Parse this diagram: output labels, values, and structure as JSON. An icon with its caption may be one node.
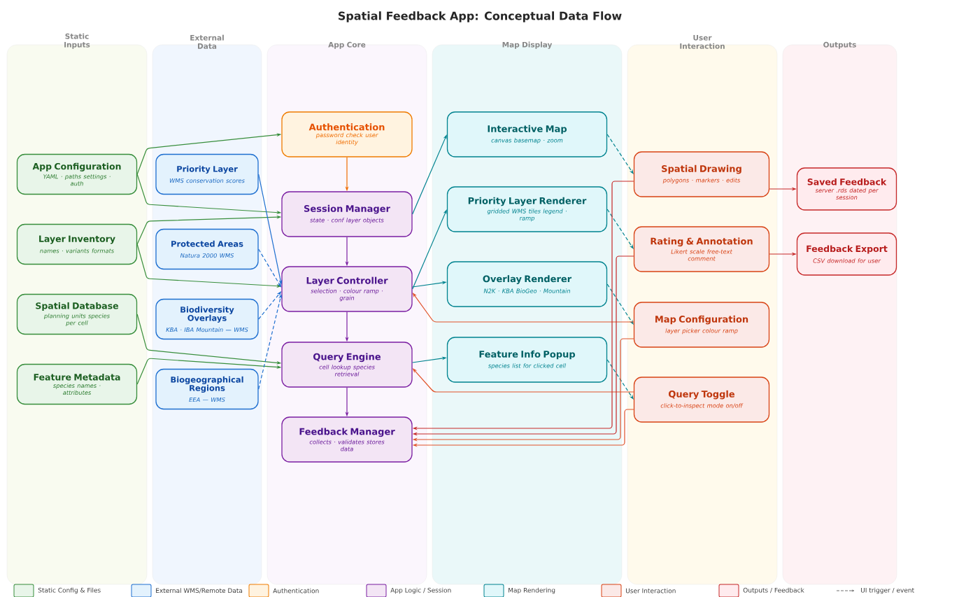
{
  "diagram": {
    "title": "Spatial Feedback App: Conceptual Data Flow",
    "nodes": [
      {
        "text": [
          "Static Inputs"
        ]
      },
      {
        "text": [
          "External Data"
        ]
      },
      {
        "text": [
          "App Core"
        ]
      },
      {
        "text": [
          "Map Display"
        ]
      },
      {
        "text": [
          "User Interaction"
        ]
      },
      {
        "text": [
          "Outputs"
        ]
      },
      {
        "text": [
          "App Configuration",
          "YAML · paths settings · auth"
        ],
        "in": 0
      },
      {
        "text": [
          "Layer Inventory",
          "names · variants formats"
        ],
        "in": 0
      },
      {
        "text": [
          "Spatial Database",
          "planning units species per cell"
        ],
        "in": 0
      },
      {
        "text": [
          "Feature Metadata",
          "species names · attributes"
        ],
        "in": 0
      },
      {
        "text": [
          "Priority Layer",
          "WMS conservation scores"
        ],
        "in": 1
      },
      {
        "text": [
          "Protected Areas",
          "Natura 2000 WMS"
        ],
        "in": 1
      },
      {
        "text": [
          "Biodiversity Overlays",
          "KBA · IBA Mountain — WMS"
        ],
        "in": 1
      },
      {
        "text": [
          "Biogeographical Regions",
          "EEA — WMS"
        ],
        "in": 1
      },
      {
        "text": [
          "Authentication",
          "password check user identity"
        ],
        "in": 2
      },
      {
        "text": [
          "Session Manager",
          "state · conf layer objects"
        ],
        "in": 2
      },
      {
        "text": [
          "Layer Controller",
          "selection · colour ramp · grain"
        ],
        "in": 2
      },
      {
        "text": [
          "Query Engine",
          "cell lookup species retrieval"
        ],
        "in": 2
      },
      {
        "text": [
          "Feedback Manager",
          "collects · validates stores data"
        ],
        "in": 2
      },
      {
        "text": [
          "Interactive Map",
          "canvas basemap · zoom"
        ],
        "in": 3
      },
      {
        "text": [
          "Priority Layer Renderer",
          "gridded WMS tiles legend · ramp"
        ],
        "in": 3
      },
      {
        "text": [
          "Overlay Renderer",
          "N2K · KBA BioGeo · Mountain"
        ],
        "in": 3
      },
      {
        "text": [
          "Feature Info Popup",
          "species list for clicked cell"
        ],
        "in": 3
      },
      {
        "text": [
          "Spatial Drawing",
          "polygons · markers · edits"
        ],
        "in": 4
      },
      {
        "text": [
          "Rating & Annotation",
          "Likert scale free-text comment"
        ],
        "in": 4
      },
      {
        "text": [
          "Map Configuration",
          "layer picker colour ramp"
        ],
        "in": 4
      },
      {
        "text": [
          "Query Toggle",
          "click-to-inspect mode on/off"
        ],
        "in": 4
      },
      {
        "text": [
          "Saved Feedback",
          "server .rds dated per session"
        ],
        "in": 5
      },
      {
        "text": [
          "Feedback Export",
          "CSV download for user"
        ],
        "in": 5
      }
    ],
    "edges": [
      {
        "from": 6,
        "to": 14,
        "arrow": "to",
        "color": "#388e3c"
      },
      {
        "from": 6,
        "to": 15,
        "arrow": "to",
        "color": "#388e3c"
      },
      {
        "from": 7,
        "to": 15,
        "arrow": "to",
        "color": "#388e3c"
      },
      {
        "from": 7,
        "to": 16,
        "arrow": "to",
        "color": "#388e3c"
      },
      {
        "from": 8,
        "to": 17,
        "arrow": "to",
        "color": "#388e3c"
      },
      {
        "from": 9,
        "to": 17,
        "arrow": "to",
        "color": "#388e3c"
      },
      {
        "from": 10,
        "to": 16,
        "arrow": "to",
        "color": "#1e6fd0"
      },
      {
        "from": 11,
        "to": 16,
        "arrow": "to",
        "style": "dashed",
        "color": "#1e6fd0"
      },
      {
        "from": 12,
        "to": 16,
        "arrow": "to",
        "style": "dashed",
        "color": "#1e6fd0"
      },
      {
        "from": 13,
        "to": 16,
        "arrow": "to",
        "style": "dashed",
        "color": "#1e6fd0"
      },
      {
        "from": 14,
        "to": 15,
        "arrow": "to",
        "color": "#ef6c00"
      },
      {
        "from": 15,
        "to": 16,
        "arrow": "to",
        "color": "#7b1fa2"
      },
      {
        "from": 16,
        "to": 17,
        "arrow": "to",
        "color": "#7b1fa2"
      },
      {
        "from": 17,
        "to": 18,
        "arrow": "to",
        "color": "#7b1fa2"
      },
      {
        "from": 15,
        "to": 19,
        "arrow": "to"
      },
      {
        "from": 16,
        "to": 20,
        "arrow": "to"
      },
      {
        "from": 16,
        "to": 21,
        "arrow": "to"
      },
      {
        "from": 17,
        "to": 22,
        "arrow": "to"
      },
      {
        "from": 19,
        "to": 23,
        "arrow": "to",
        "style": "dashed"
      },
      {
        "from": 20,
        "to": 24,
        "arrow": "to",
        "style": "dashed"
      },
      {
        "from": 21,
        "to": 25,
        "arrow": "to",
        "style": "dashed"
      },
      {
        "from": 22,
        "to": 26,
        "arrow": "to",
        "style": "dashed"
      },
      {
        "from": 25,
        "to": 16,
        "arrow": "to",
        "color": "#e0522a"
      },
      {
        "from": 26,
        "to": 17,
        "arrow": "to",
        "color": "#e0522a"
      },
      {
        "from": 23,
        "to": 18,
        "arrow": "to",
        "color": "#c62828"
      },
      {
        "from": 24,
        "to": 18,
        "arrow": "to",
        "color": "#c62828"
      },
      {
        "from": 25,
        "to": 18,
        "arrow": "to",
        "color": "#e0522a"
      },
      {
        "from": 26,
        "to": 18,
        "arrow": "to",
        "color": "#e0522a"
      },
      {
        "from": 23,
        "to": 27,
        "arrow": "to",
        "color": "#c62828"
      },
      {
        "from": 24,
        "to": 28,
        "arrow": "to",
        "color": "#c62828"
      }
    ],
    "legend": [
      {
        "text": "Static Config & Files",
        "color": "#e8f5e9"
      },
      {
        "text": "External WMS/Remote Data",
        "color": "#e3f2fd"
      },
      {
        "text": "Authentication",
        "color": "#fff3e0"
      },
      {
        "text": "App Logic / Session",
        "color": "#f3e5f5"
      },
      {
        "text": "Map Rendering",
        "color": "#e0f7fa"
      },
      {
        "text": "User Interaction",
        "color": "#fbe9e7"
      },
      {
        "text": "Outputs / Feedback",
        "color": "#ffebee"
      },
      {
        "text": "UI trigger / event"
      }
    ]
  }
}
